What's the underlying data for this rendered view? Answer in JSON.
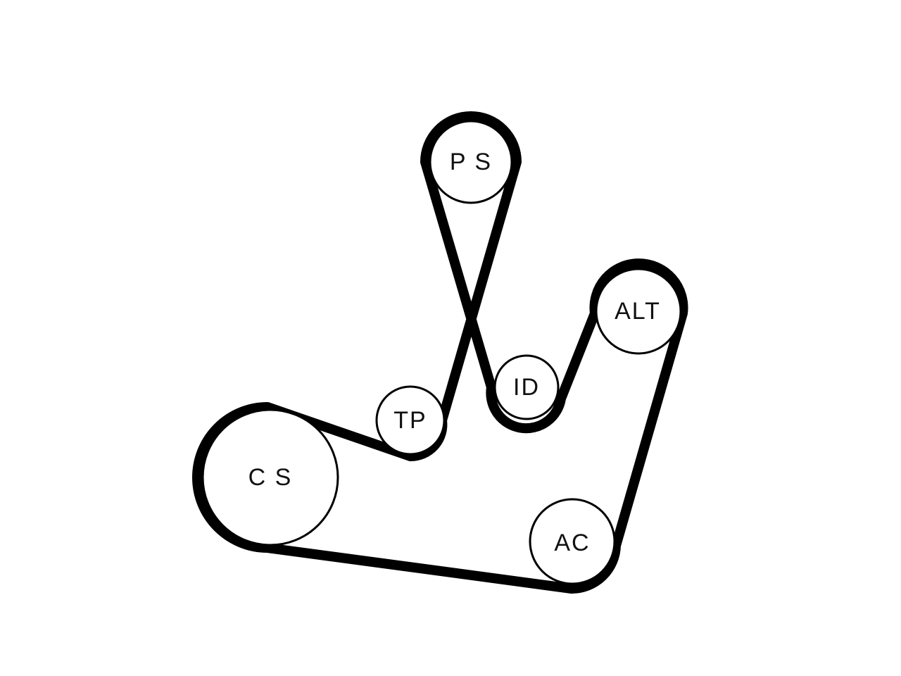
{
  "diagram": {
    "belt_color": "#000000",
    "background": "#ffffff",
    "pulleys": [
      {
        "id": "cs",
        "label": "C S"
      },
      {
        "id": "tp",
        "label": "TP"
      },
      {
        "id": "ps",
        "label": "P S"
      },
      {
        "id": "id",
        "label": "ID"
      },
      {
        "id": "alt",
        "label": "ALT"
      },
      {
        "id": "ac",
        "label": "AC"
      }
    ]
  }
}
